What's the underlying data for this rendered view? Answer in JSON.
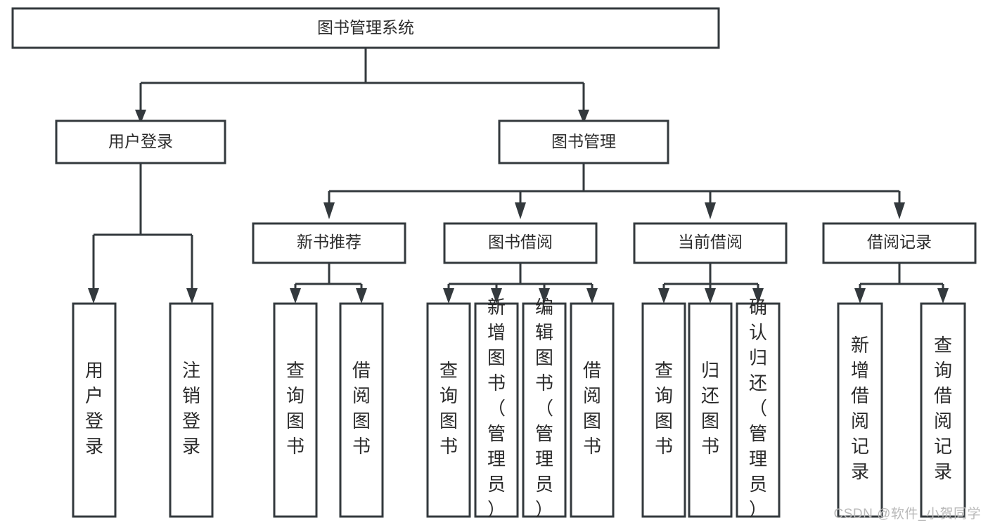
{
  "diagram": {
    "type": "tree-hierarchy",
    "title": "图书管理系统",
    "watermark": "CSDN @软件_小贺同学",
    "root": {
      "id": "root",
      "label": "图书管理系统",
      "orientation": "horizontal"
    },
    "level2": [
      {
        "id": "user-login",
        "label": "用户登录",
        "orientation": "horizontal"
      },
      {
        "id": "book-manage",
        "label": "图书管理",
        "orientation": "horizontal"
      }
    ],
    "level3": [
      {
        "id": "new-book-recommend",
        "label": "新书推荐",
        "parent": "book-manage",
        "orientation": "horizontal"
      },
      {
        "id": "book-borrow",
        "label": "图书借阅",
        "parent": "book-manage",
        "orientation": "horizontal"
      },
      {
        "id": "current-borrow",
        "label": "当前借阅",
        "parent": "book-manage",
        "orientation": "horizontal"
      },
      {
        "id": "borrow-record",
        "label": "借阅记录",
        "parent": "book-manage",
        "orientation": "horizontal"
      }
    ],
    "leaves": [
      {
        "id": "leaf-user-login",
        "label": "用户登录",
        "parent": "user-login",
        "orientation": "vertical"
      },
      {
        "id": "leaf-logout-login",
        "label": "注销登录",
        "parent": "user-login",
        "orientation": "vertical"
      },
      {
        "id": "leaf-query-book-1",
        "label": "查询图书",
        "parent": "new-book-recommend",
        "orientation": "vertical"
      },
      {
        "id": "leaf-borrow-book-1",
        "label": "借阅图书",
        "parent": "new-book-recommend",
        "orientation": "vertical"
      },
      {
        "id": "leaf-query-book-2",
        "label": "查询图书",
        "parent": "book-borrow",
        "orientation": "vertical"
      },
      {
        "id": "leaf-add-book",
        "label": "新增图书（管理员）",
        "parent": "book-borrow",
        "orientation": "vertical"
      },
      {
        "id": "leaf-edit-book",
        "label": "编辑图书（管理员）",
        "parent": "book-borrow",
        "orientation": "vertical"
      },
      {
        "id": "leaf-borrow-book-2",
        "label": "借阅图书",
        "parent": "book-borrow",
        "orientation": "vertical"
      },
      {
        "id": "leaf-query-book-3",
        "label": "查询图书",
        "parent": "current-borrow",
        "orientation": "vertical"
      },
      {
        "id": "leaf-return-book",
        "label": "归还图书",
        "parent": "current-borrow",
        "orientation": "vertical"
      },
      {
        "id": "leaf-confirm-return",
        "label": "确认归还（管理员）",
        "parent": "current-borrow",
        "orientation": "vertical"
      },
      {
        "id": "leaf-add-record",
        "label": "新增借阅记录",
        "parent": "borrow-record",
        "orientation": "vertical"
      },
      {
        "id": "leaf-query-record",
        "label": "查询借阅记录",
        "parent": "borrow-record",
        "orientation": "vertical"
      }
    ],
    "colors": {
      "stroke": "#33393d",
      "fill": "#ffffff",
      "text": "#2b2b2b",
      "watermark": "#b9b9b9"
    }
  }
}
